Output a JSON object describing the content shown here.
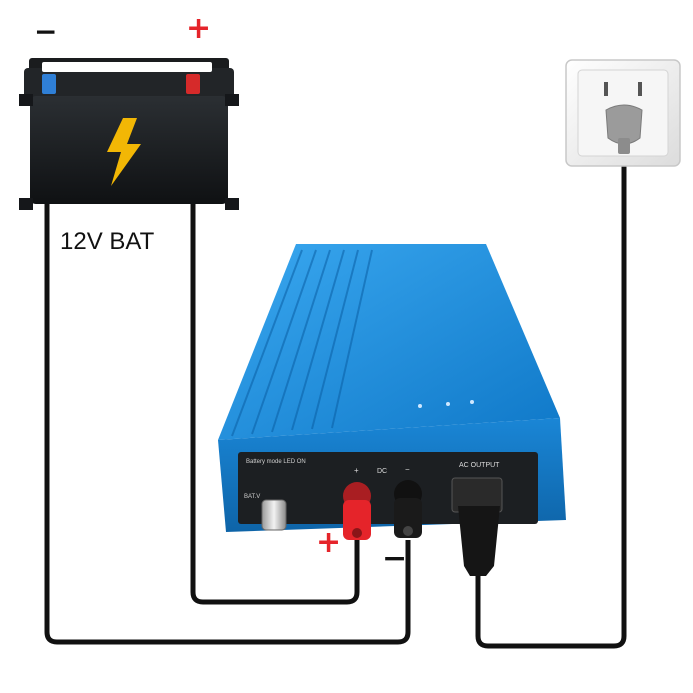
{
  "battery": {
    "label": "12V BAT",
    "negative_sign": "−",
    "positive_sign": "+"
  },
  "inverter": {
    "panel_label_mode": "Battery mode  LED ON",
    "panel_label_dc": "DC",
    "panel_label_plus": "+",
    "panel_label_minus": "−",
    "panel_label_ac": "AC OUTPUT",
    "knob_label": "BAT.V"
  },
  "terminals": {
    "positive_sign": "+",
    "negative_sign": "−"
  },
  "colors": {
    "positive": "#e5242a",
    "negative_terminal": "#1a1a1a",
    "battery_pos_post": "#d62a2a",
    "battery_neg_post": "#2f7fd6",
    "inverter_body": "#1e8fe0",
    "wire": "#111111",
    "lightning": "#f2b705"
  },
  "icons": [
    "lightning-icon",
    "wall-outlet-icon",
    "power-plug-icon"
  ]
}
